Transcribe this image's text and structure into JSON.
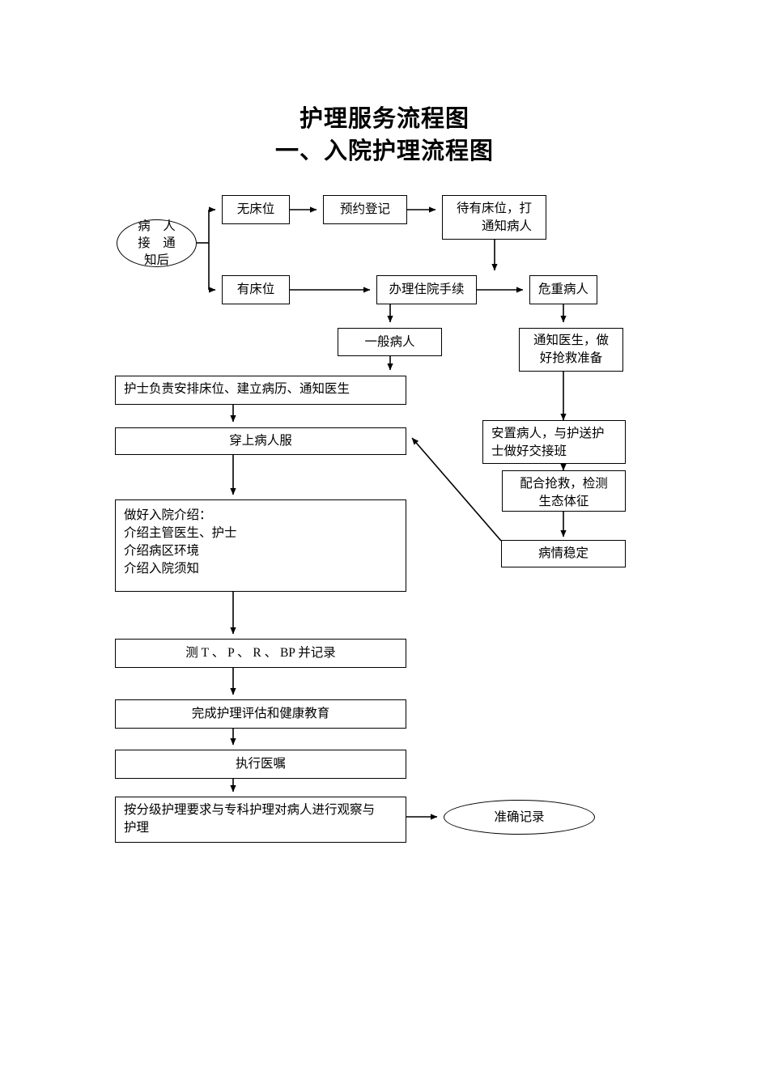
{
  "document": {
    "title_main": "护理服务流程图",
    "title_sub": "一、入院护理流程图"
  },
  "nodes": {
    "start": "病　人\n接　通\n知后",
    "no_bed": "无床位",
    "appointment": "预约登记",
    "wait_bed": "待有床位，打\n通知病人",
    "has_bed": "有床位",
    "admission": "办理住院手续",
    "critical": "危重病人",
    "general": "一般病人",
    "notify_doctor": "通知医生，做\n好抢救准备",
    "place_patient": "安置病人，与护送护\n士做好交接班",
    "cooperate": "配合抢救，检测\n生态体征",
    "stable": "病情稳定",
    "nurse_arrange": "护士负责安排床位、建立病历、通知医生",
    "wear_gown": "穿上病人服",
    "intro": "做好入院介绍：\n介绍主管医生、护士\n介绍病区环境\n介绍入院须知",
    "vitals": "测 T 、 P 、 R 、 BP 并记录",
    "assessment": "完成护理评估和健康教育",
    "orders": "执行医嘱",
    "observe": "按分级护理要求与专科护理对病人进行观察与\n护理",
    "record": "准确记录"
  },
  "style": {
    "line_color": "#000000",
    "background": "#ffffff"
  }
}
